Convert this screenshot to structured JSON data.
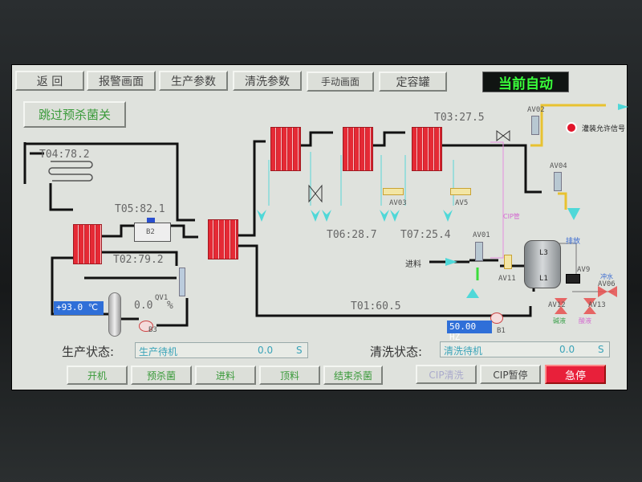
{
  "nav": {
    "buttons": [
      "返 回",
      "报警画面",
      "生产参数",
      "清洗参数",
      "手动画面",
      "定容罐"
    ],
    "mode": "当前自动"
  },
  "skip_button": "跳过预杀菌关",
  "temps": {
    "t04": "T04:78.2",
    "t05": "T05:82.1",
    "t02": "T02:79.2",
    "t03": "T03:27.5",
    "t06": "T06:28.7",
    "t07": "T07:25.4",
    "t01": "T01:60.5"
  },
  "devices": {
    "b1": "B1",
    "b2": "B2",
    "b3": "B3",
    "qv1": "QV1",
    "av01": "AV01",
    "av02": "AV02",
    "av03": "AV03",
    "av04": "AV04",
    "av5": "AV5",
    "av06": "AV06",
    "av9": "AV9",
    "av11": "AV11",
    "av12": "AV12",
    "av13": "AV13",
    "l1": "L1",
    "l3": "L3"
  },
  "labels": {
    "feed": "进料",
    "cip_pipe": "CIP管",
    "fill_signal": "灌装允许信号",
    "discharge": "排放",
    "flush": "冲水",
    "alkali": "碱液",
    "acid": "酸液"
  },
  "readouts": {
    "hot_water_temp": "+93.0 ℃",
    "valve_percent": "0.0",
    "percent_unit": "%",
    "frequency": "50.00 HZ"
  },
  "status": {
    "production": {
      "label": "生产状态:",
      "state": "生产待机",
      "time": "0.0",
      "unit": "S"
    },
    "cleaning": {
      "label": "清洗状态:",
      "state": "清洗待机",
      "time": "0.0",
      "unit": "S"
    }
  },
  "actions": [
    "开机",
    "预杀菌",
    "进料",
    "顶料",
    "结束杀菌",
    "CIP清洗",
    "CIP暂停",
    "急停"
  ],
  "colors": {
    "accent_green": "#39ff3a",
    "estop": "#e8203a",
    "readout_blue": "#2f6fd8"
  }
}
